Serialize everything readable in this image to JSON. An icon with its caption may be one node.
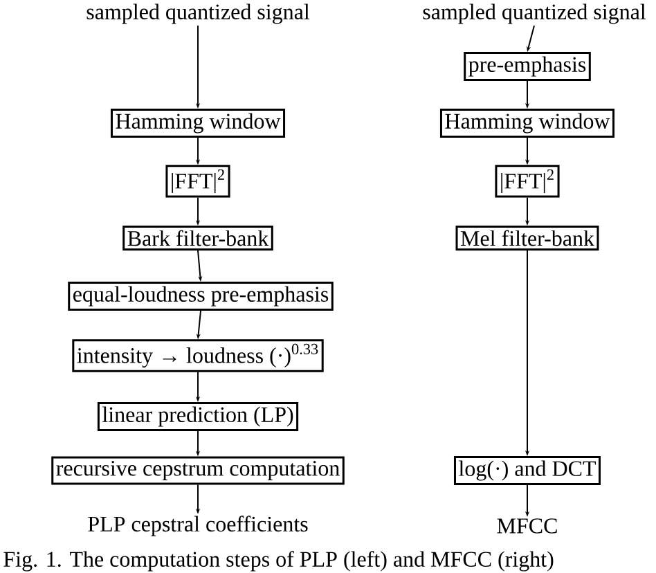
{
  "diagram": {
    "caption": "Fig. 1. The computation steps of PLP (left) and MFCC (right)",
    "nodes": [
      {
        "text": [
          "sampled quantized signal"
        ]
      },
      {
        "text": [
          "Hamming window"
        ]
      },
      {
        "text": [
          "|FFT|$^{2}$"
        ]
      },
      {
        "text": [
          "Bark filter-bank"
        ]
      },
      {
        "text": [
          "equal-loudness pre-emphasis"
        ]
      },
      {
        "text": [
          "intensity → loudness (·)$^{0.33}$"
        ]
      },
      {
        "text": [
          "linear prediction (LP)"
        ]
      },
      {
        "text": [
          "recursive cepstrum computation"
        ]
      },
      {
        "text": [
          "PLP cepstral coefficients"
        ]
      },
      {
        "text": [
          "sampled quantized signal"
        ]
      },
      {
        "text": [
          "pre-emphasis"
        ]
      },
      {
        "text": [
          "Hamming window"
        ]
      },
      {
        "text": [
          "|FFT|$^{2}$"
        ]
      },
      {
        "text": [
          "Mel filter-bank"
        ]
      },
      {
        "text": [
          "log(·) and DCT"
        ]
      },
      {
        "text": [
          "MFCC"
        ]
      }
    ],
    "edges": [
      {
        "from": 0,
        "to": 1,
        "arrow": "to"
      },
      {
        "from": 1,
        "to": 2,
        "arrow": "to"
      },
      {
        "from": 2,
        "to": 3,
        "arrow": "to"
      },
      {
        "from": 3,
        "to": 4,
        "arrow": "to"
      },
      {
        "from": 4,
        "to": 5,
        "arrow": "to"
      },
      {
        "from": 5,
        "to": 6,
        "arrow": "to"
      },
      {
        "from": 6,
        "to": 7,
        "arrow": "to"
      },
      {
        "from": 7,
        "to": 8,
        "arrow": "to"
      },
      {
        "from": 9,
        "to": 10,
        "arrow": "to"
      },
      {
        "from": 10,
        "to": 11,
        "arrow": "to"
      },
      {
        "from": 11,
        "to": 12,
        "arrow": "to"
      },
      {
        "from": 12,
        "to": 13,
        "arrow": "to"
      },
      {
        "from": 13,
        "to": 14,
        "arrow": "to"
      },
      {
        "from": 14,
        "to": 15,
        "arrow": "to"
      }
    ]
  }
}
